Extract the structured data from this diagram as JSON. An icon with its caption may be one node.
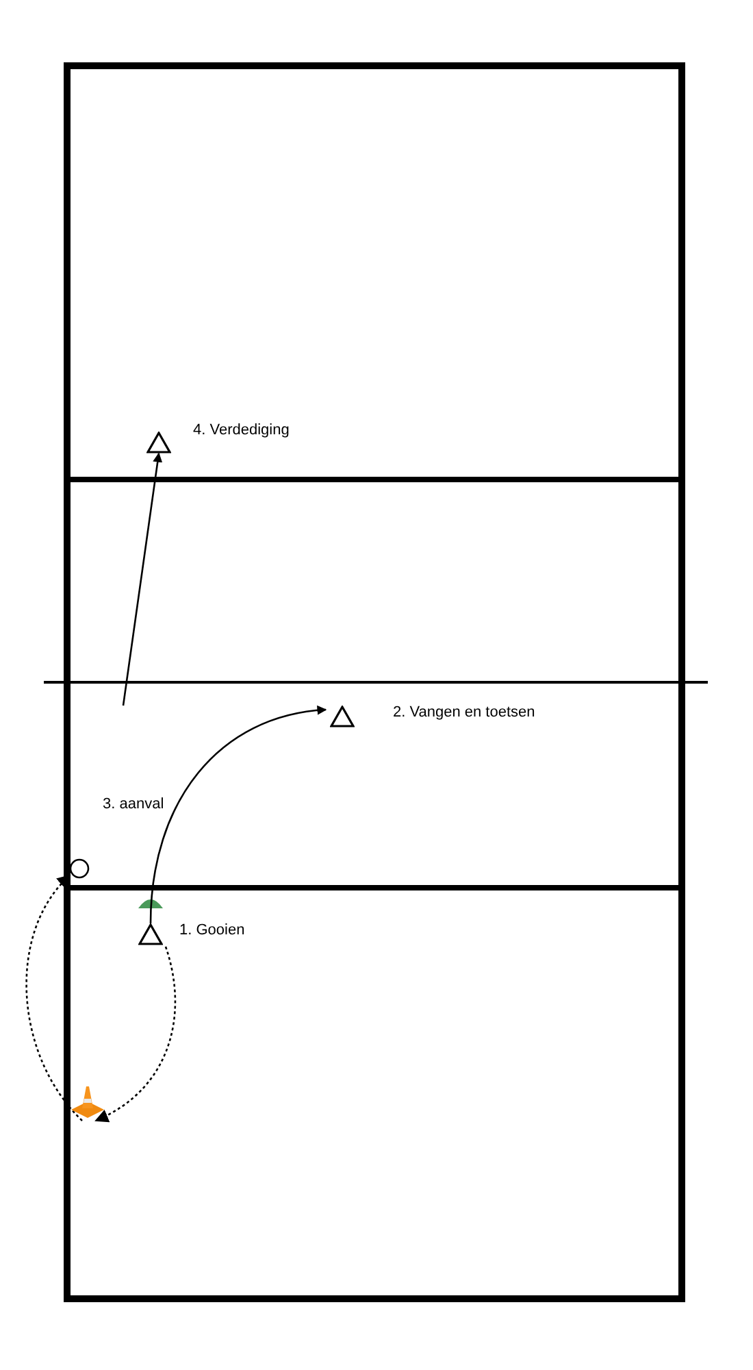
{
  "diagram": {
    "nodes": [
      {
        "text": [],
        "shape": "triangle",
        "beside": [
          "1. Gooien"
        ]
      },
      {
        "text": [],
        "shape": "triangle",
        "beside": [
          "2. Vangen en toetsen"
        ]
      },
      {
        "text": [],
        "shape": "triangle",
        "beside": [
          "4. Verdediging"
        ]
      },
      {
        "text": [],
        "shape": "circle"
      },
      {
        "text": [],
        "shape": "cone"
      }
    ],
    "edges": [
      {
        "from": 0,
        "to": 1,
        "arrow": "to"
      },
      {
        "from": null,
        "to": 2,
        "arrow": "to"
      },
      {
        "from": 0,
        "to": 4,
        "arrow": "to",
        "style": "dashed"
      },
      {
        "from": 4,
        "to": 3,
        "arrow": "to",
        "style": "dashed"
      }
    ],
    "labels": [
      "3. aanval"
    ]
  }
}
